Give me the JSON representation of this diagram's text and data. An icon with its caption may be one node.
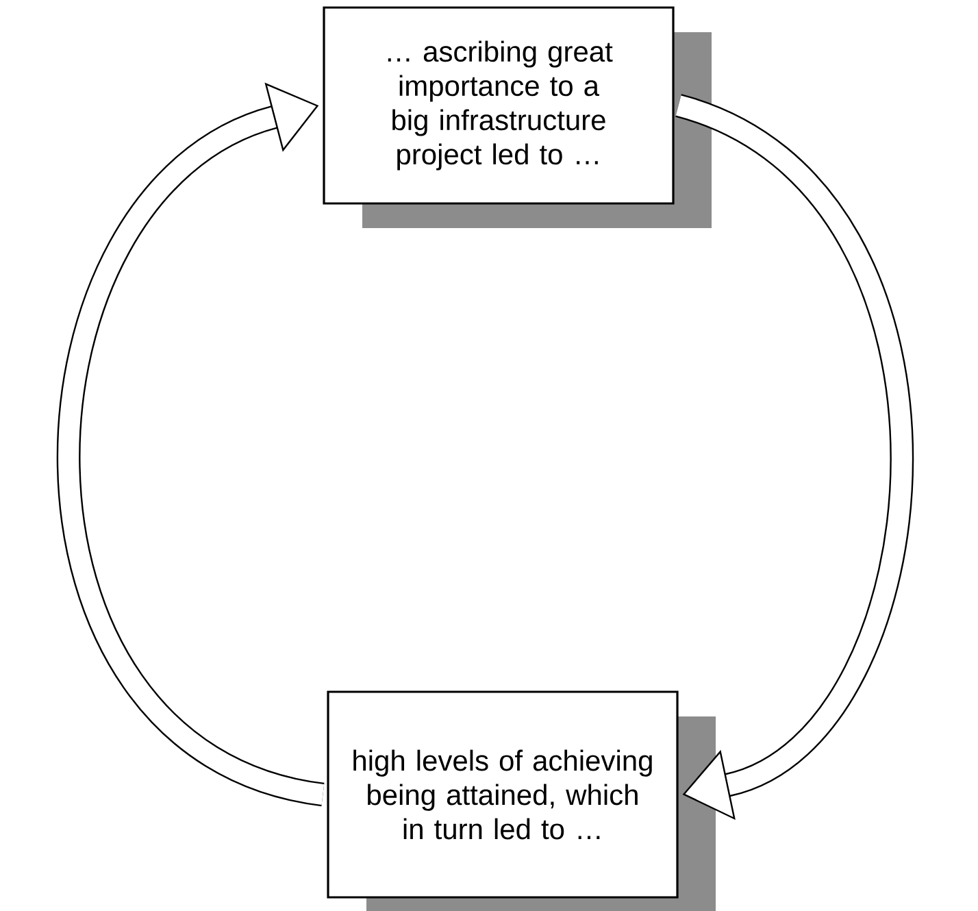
{
  "diagram": {
    "nodes": [
      {
        "text": [
          "… ascribing great importance to a big infrastructure project led to …"
        ]
      },
      {
        "text": [
          "high levels of achieving being attained, which in turn led to …"
        ]
      }
    ],
    "edges": [
      {
        "from": 0,
        "to": 1,
        "arrow": "to"
      },
      {
        "from": 1,
        "to": 0,
        "arrow": "to"
      }
    ]
  }
}
